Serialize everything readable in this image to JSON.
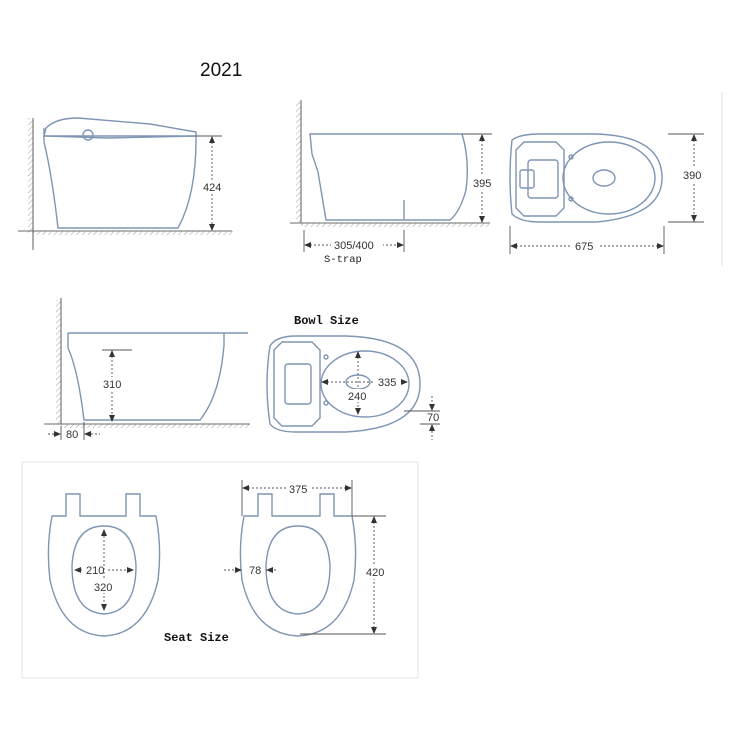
{
  "title": "2021",
  "captions": {
    "bowl_size": "Bowl Size",
    "seat_size": "Seat Size",
    "s_trap": "S-trap"
  },
  "dimensions": {
    "side_height": "424",
    "body_height": "395",
    "rough_in": "305/400",
    "top_width": "390",
    "top_length": "675",
    "bowl_depth": "310",
    "wall_gap": "80",
    "bowl_length": "335",
    "bowl_width": "240",
    "bowl_offset": "70",
    "seat_inner_width": "210",
    "seat_inner_length": "320",
    "seat_width": "375",
    "seat_length": "420",
    "seat_front": "78"
  },
  "colors": {
    "outline": "#7e95b3",
    "dimension": "#555555"
  }
}
